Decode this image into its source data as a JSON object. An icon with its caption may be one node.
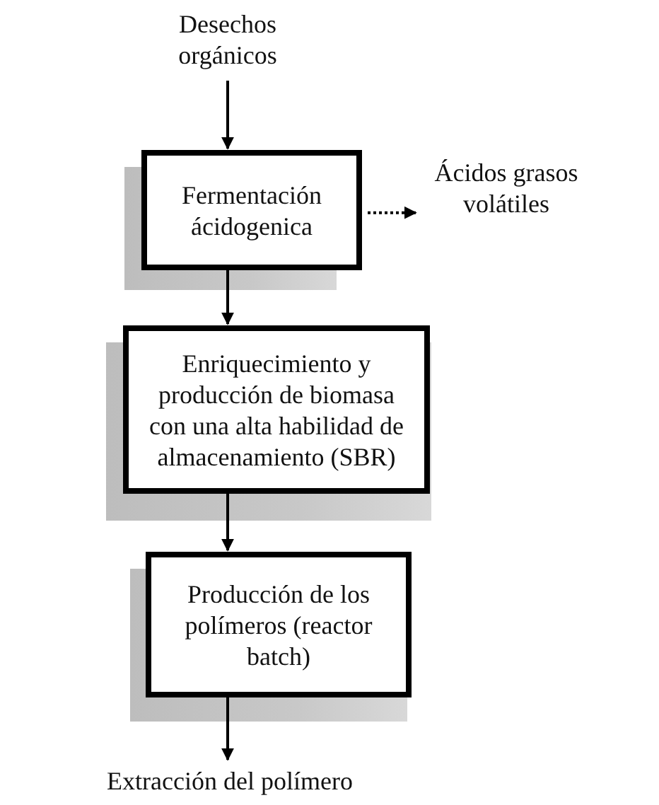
{
  "diagram": {
    "nodes": [
      {
        "text": [
          "Desechos orgánicos"
        ]
      },
      {
        "text": [
          "Fermentación ácidogenica"
        ]
      },
      {
        "text": [
          "Ácidos grasos volátiles"
        ]
      },
      {
        "text": [
          "Enriquecimiento y producción de biomasa con una alta habilidad de almacenamiento (SBR)"
        ]
      },
      {
        "text": [
          "Producción de los polímeros (reactor batch)"
        ]
      },
      {
        "text": [
          "Extracción del polímero"
        ]
      }
    ],
    "edges": [
      {
        "from": 0,
        "to": 1,
        "arrow": "to"
      },
      {
        "from": 1,
        "to": 2,
        "arrow": "to",
        "style": "dashed"
      },
      {
        "from": 1,
        "to": 3,
        "arrow": "to"
      },
      {
        "from": 3,
        "to": 4,
        "arrow": "to"
      },
      {
        "from": 4,
        "to": 5,
        "arrow": "to"
      }
    ]
  }
}
